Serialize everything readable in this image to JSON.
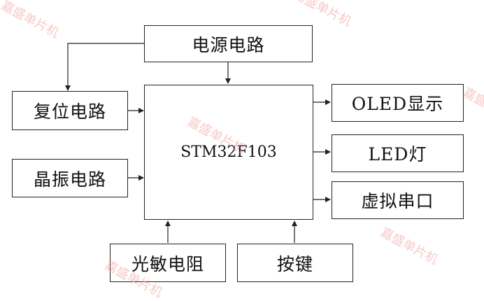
{
  "blocks": {
    "power": "电源电路",
    "reset": "复位电路",
    "crystal": "晶振电路",
    "mcu": "STM32F103",
    "oled": "OLED显示",
    "led": "LED灯",
    "serial": "虚拟串口",
    "photo": "光敏电阻",
    "key": "按键"
  },
  "watermark": "嘉盛单片机",
  "colors": {
    "line": "#222222",
    "watermark": "#f19c9c"
  }
}
